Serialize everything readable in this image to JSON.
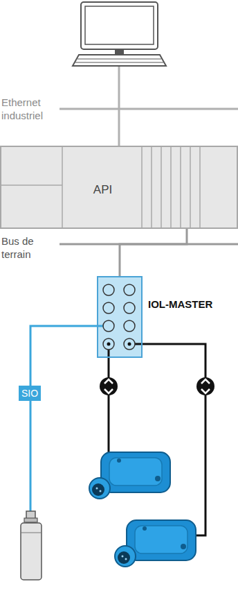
{
  "diagram": {
    "nodes": [
      {
        "text": [
          "API"
        ]
      },
      {
        "text": [
          "IOL-MASTER"
        ]
      }
    ],
    "edges": [
      {
        "from": 0,
        "to": 1,
        "arrow": "none"
      }
    ],
    "labels": [
      "Ethernet industriel",
      "Bus de terrain",
      "SIO"
    ]
  }
}
